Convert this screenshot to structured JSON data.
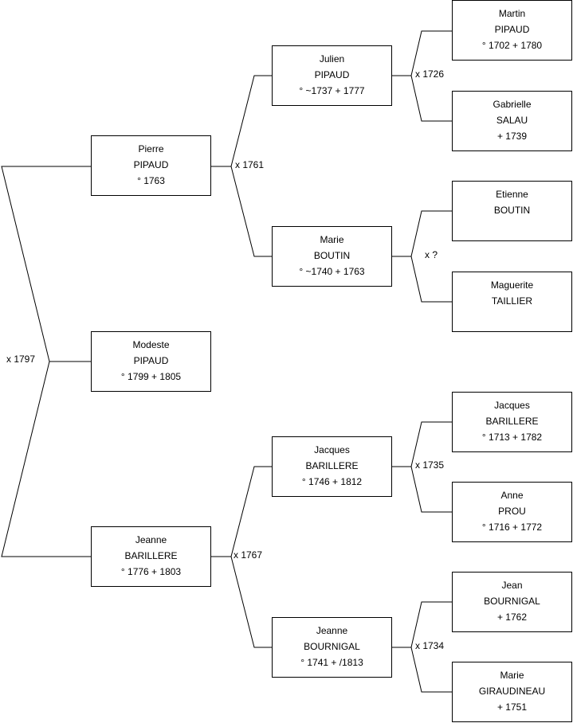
{
  "persons": {
    "modeste": {
      "first": "Modeste",
      "last": "PIPAUD",
      "dates": "° 1799 + 1805"
    },
    "pierre": {
      "first": "Pierre",
      "last": "PIPAUD",
      "dates": "° 1763"
    },
    "jeanne1": {
      "first": "Jeanne",
      "last": "BARILLERE",
      "dates": "° 1776 + 1803"
    },
    "julien": {
      "first": "Julien",
      "last": "PIPAUD",
      "dates": "° ~1737 + 1777"
    },
    "marie1": {
      "first": "Marie",
      "last": "BOUTIN",
      "dates": "° ~1740 + 1763"
    },
    "jacques1": {
      "first": "Jacques",
      "last": "BARILLERE",
      "dates": "° 1746 + 1812"
    },
    "jeanne2": {
      "first": "Jeanne",
      "last": "BOURNIGAL",
      "dates": "° 1741 + /1813"
    },
    "martin": {
      "first": "Martin",
      "last": "PIPAUD",
      "dates": "° 1702 + 1780"
    },
    "gabrielle": {
      "first": "Gabrielle",
      "last": "SALAU",
      "dates": "+ 1739"
    },
    "etienne": {
      "first": "Etienne",
      "last": "BOUTIN",
      "dates": ""
    },
    "maguerite": {
      "first": "Maguerite",
      "last": "TAILLIER",
      "dates": ""
    },
    "jacques2": {
      "first": "Jacques",
      "last": "BARILLERE",
      "dates": "° 1713 + 1782"
    },
    "anne": {
      "first": "Anne",
      "last": "PROU",
      "dates": "° 1716 + 1772"
    },
    "jean": {
      "first": "Jean",
      "last": "BOURNIGAL",
      "dates": "+ 1762"
    },
    "marie2": {
      "first": "Marie",
      "last": "GIRAUDINEAU",
      "dates": "+ 1751"
    }
  },
  "marriages": {
    "m1797": "x 1797",
    "m1761": "x 1761",
    "m1767": "x 1767",
    "m1726": "x 1726",
    "mUnknown": "x ?",
    "m1735": "x 1735",
    "m1734": "x 1734"
  }
}
